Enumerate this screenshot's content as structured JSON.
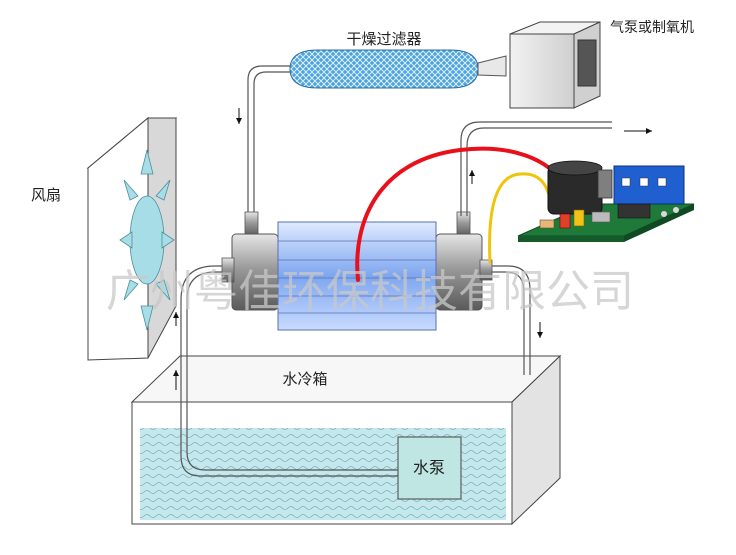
{
  "labels": {
    "filter": "干燥过滤器",
    "pump": "气泵或制氧机",
    "fan": "风扇",
    "tank": "水冷箱",
    "water_pump": "水泵"
  },
  "watermark": {
    "company": "广州粤佳环保科技有限公司"
  },
  "colors": {
    "hv_wire": "#e8101a",
    "lv_wire": "#f0c40a",
    "water": "#bfe4ea",
    "tube": "#8fb3f2",
    "pcb": "#1f7a3a"
  }
}
